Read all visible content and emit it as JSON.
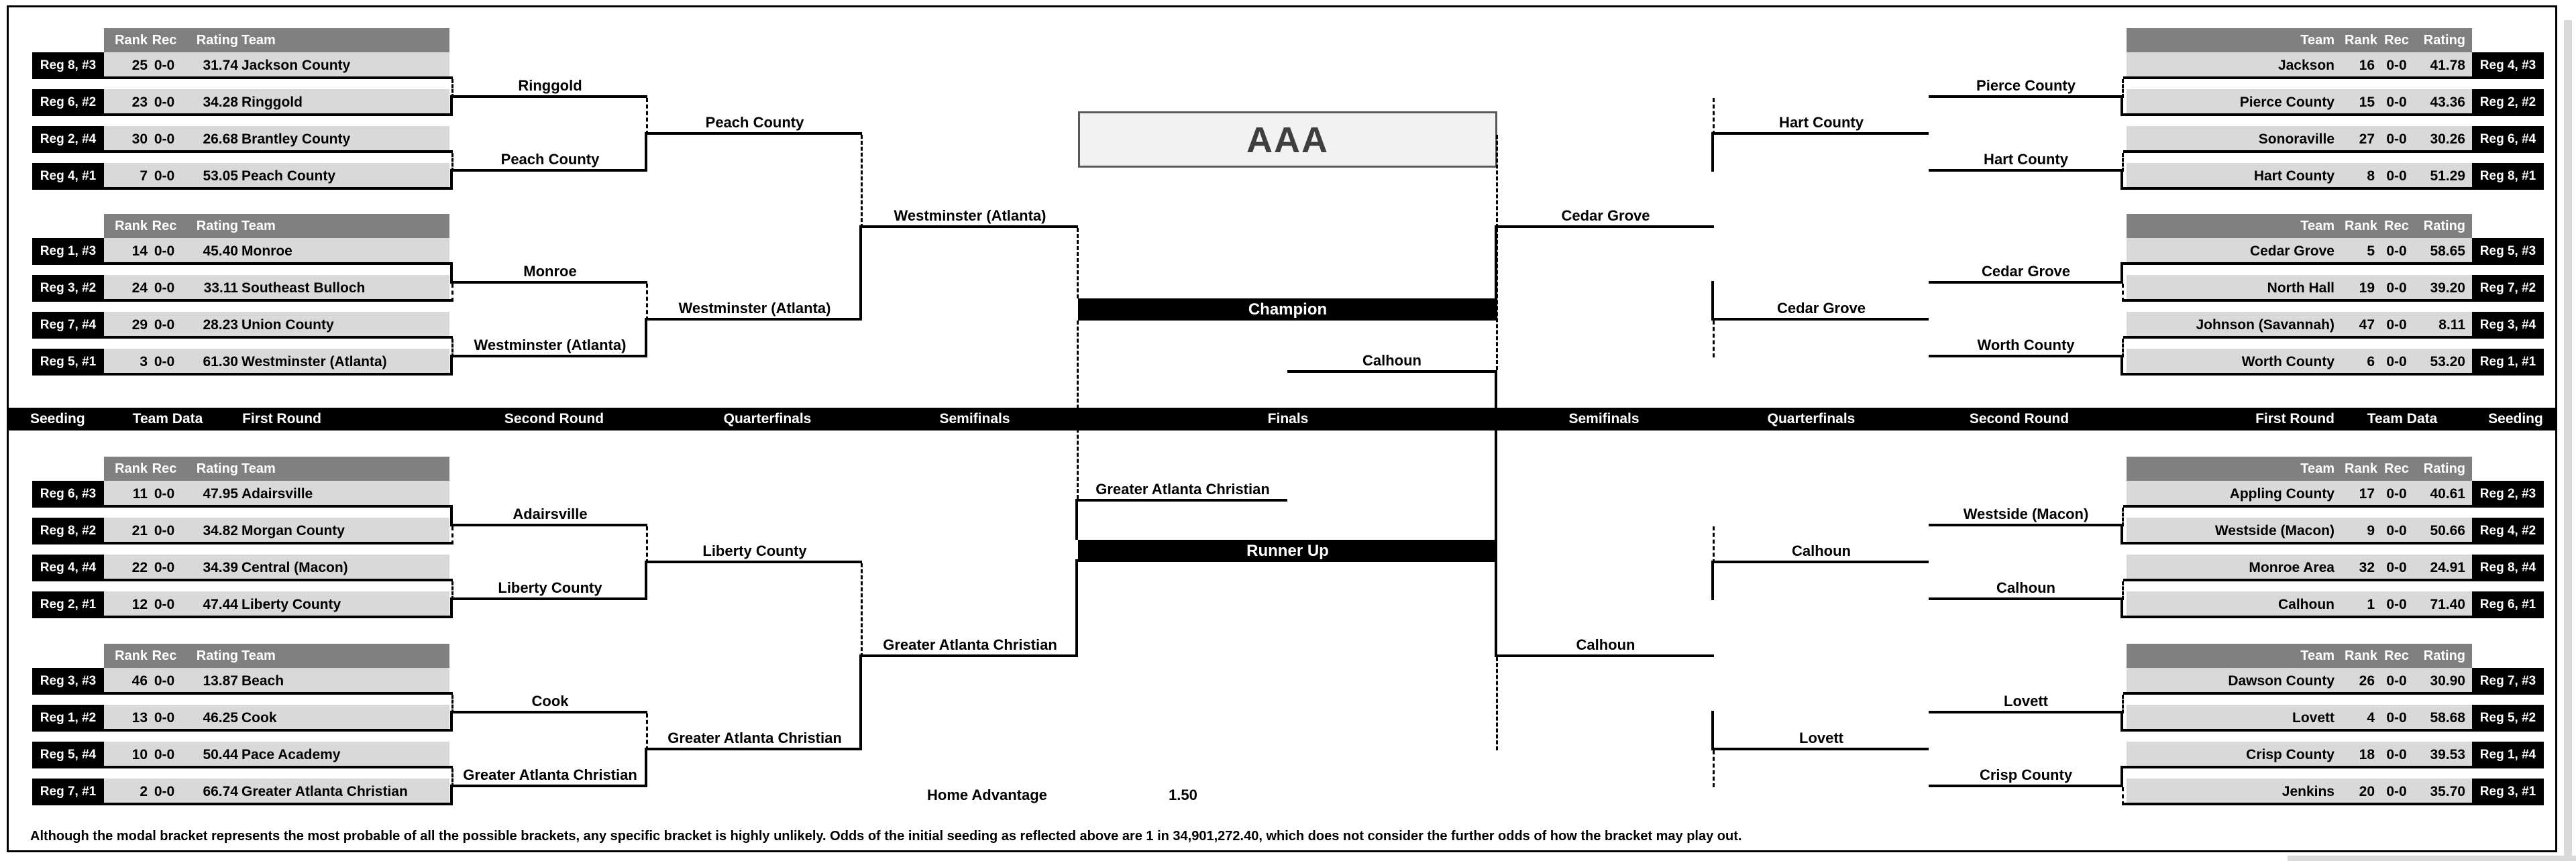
{
  "title": "AAA",
  "column_headers_left": {
    "rank": "Rank",
    "rec": "Rec",
    "rating": "Rating",
    "team": "Team"
  },
  "column_headers_right": {
    "team": "Team",
    "rank": "Rank",
    "rec": "Rec",
    "rating": "Rating"
  },
  "round_bar_labels": [
    "Seeding",
    "Team Data",
    "First Round",
    "Second Round",
    "Quarterfinals",
    "Semifinals",
    "Finals",
    "Semifinals",
    "Quarterfinals",
    "Second Round",
    "First Round",
    "Team Data",
    "Seeding"
  ],
  "bracket": {
    "left_groups": [
      {
        "teams": [
          {
            "seed": "Reg 8, #3",
            "rank": "25",
            "rec": "0-0",
            "rating": "31.74",
            "team": "Jackson County"
          },
          {
            "seed": "Reg 6, #2",
            "rank": "23",
            "rec": "0-0",
            "rating": "34.28",
            "team": "Ringgold"
          },
          {
            "seed": "Reg 2, #4",
            "rank": "30",
            "rec": "0-0",
            "rating": "26.68",
            "team": "Brantley County"
          },
          {
            "seed": "Reg 4, #1",
            "rank": "7",
            "rec": "0-0",
            "rating": "53.05",
            "team": "Peach County"
          }
        ]
      },
      {
        "teams": [
          {
            "seed": "Reg 1, #3",
            "rank": "14",
            "rec": "0-0",
            "rating": "45.40",
            "team": "Monroe"
          },
          {
            "seed": "Reg 3, #2",
            "rank": "24",
            "rec": "0-0",
            "rating": "33.11",
            "team": "Southeast Bulloch"
          },
          {
            "seed": "Reg 7, #4",
            "rank": "29",
            "rec": "0-0",
            "rating": "28.23",
            "team": "Union County"
          },
          {
            "seed": "Reg 5, #1",
            "rank": "3",
            "rec": "0-0",
            "rating": "61.30",
            "team": "Westminster (Atlanta)"
          }
        ]
      },
      {
        "teams": [
          {
            "seed": "Reg 6, #3",
            "rank": "11",
            "rec": "0-0",
            "rating": "47.95",
            "team": "Adairsville"
          },
          {
            "seed": "Reg 8, #2",
            "rank": "21",
            "rec": "0-0",
            "rating": "34.82",
            "team": "Morgan County"
          },
          {
            "seed": "Reg 4, #4",
            "rank": "22",
            "rec": "0-0",
            "rating": "34.39",
            "team": "Central (Macon)"
          },
          {
            "seed": "Reg 2, #1",
            "rank": "12",
            "rec": "0-0",
            "rating": "47.44",
            "team": "Liberty County"
          }
        ]
      },
      {
        "teams": [
          {
            "seed": "Reg 3, #3",
            "rank": "46",
            "rec": "0-0",
            "rating": "13.87",
            "team": "Beach"
          },
          {
            "seed": "Reg 1, #2",
            "rank": "13",
            "rec": "0-0",
            "rating": "46.25",
            "team": "Cook"
          },
          {
            "seed": "Reg 5, #4",
            "rank": "10",
            "rec": "0-0",
            "rating": "50.44",
            "team": "Pace Academy"
          },
          {
            "seed": "Reg 7, #1",
            "rank": "2",
            "rec": "0-0",
            "rating": "66.74",
            "team": "Greater Atlanta Christian"
          }
        ]
      }
    ],
    "right_groups": [
      {
        "teams": [
          {
            "seed": "Reg 4, #3",
            "rank": "16",
            "rec": "0-0",
            "rating": "41.78",
            "team": "Jackson"
          },
          {
            "seed": "Reg 2, #2",
            "rank": "15",
            "rec": "0-0",
            "rating": "43.36",
            "team": "Pierce County"
          },
          {
            "seed": "Reg 6, #4",
            "rank": "27",
            "rec": "0-0",
            "rating": "30.26",
            "team": "Sonoraville"
          },
          {
            "seed": "Reg 8, #1",
            "rank": "8",
            "rec": "0-0",
            "rating": "51.29",
            "team": "Hart County"
          }
        ]
      },
      {
        "teams": [
          {
            "seed": "Reg 5, #3",
            "rank": "5",
            "rec": "0-0",
            "rating": "58.65",
            "team": "Cedar Grove"
          },
          {
            "seed": "Reg 7, #2",
            "rank": "19",
            "rec": "0-0",
            "rating": "39.20",
            "team": "North Hall"
          },
          {
            "seed": "Reg 3, #4",
            "rank": "47",
            "rec": "0-0",
            "rating": "8.11",
            "team": "Johnson (Savannah)"
          },
          {
            "seed": "Reg 1, #1",
            "rank": "6",
            "rec": "0-0",
            "rating": "53.20",
            "team": "Worth County"
          }
        ]
      },
      {
        "teams": [
          {
            "seed": "Reg 2, #3",
            "rank": "17",
            "rec": "0-0",
            "rating": "40.61",
            "team": "Appling County"
          },
          {
            "seed": "Reg 4, #2",
            "rank": "9",
            "rec": "0-0",
            "rating": "50.66",
            "team": "Westside (Macon)"
          },
          {
            "seed": "Reg 8, #4",
            "rank": "32",
            "rec": "0-0",
            "rating": "24.91",
            "team": "Monroe Area"
          },
          {
            "seed": "Reg 6, #1",
            "rank": "1",
            "rec": "0-0",
            "rating": "71.40",
            "team": "Calhoun"
          }
        ]
      },
      {
        "teams": [
          {
            "seed": "Reg 7, #3",
            "rank": "26",
            "rec": "0-0",
            "rating": "30.90",
            "team": "Dawson County"
          },
          {
            "seed": "Reg 5, #2",
            "rank": "4",
            "rec": "0-0",
            "rating": "58.68",
            "team": "Lovett"
          },
          {
            "seed": "Reg 1, #4",
            "rank": "18",
            "rec": "0-0",
            "rating": "39.53",
            "team": "Crisp County"
          },
          {
            "seed": "Reg 3, #1",
            "rank": "20",
            "rec": "0-0",
            "rating": "35.70",
            "team": "Jenkins"
          }
        ]
      }
    ],
    "left_second_round": [
      "Ringgold",
      "Peach County",
      "Monroe",
      "Westminster (Atlanta)",
      "Adairsville",
      "Liberty County",
      "Cook",
      "Greater Atlanta Christian"
    ],
    "left_quarterfinals": [
      "Peach County",
      "Westminster (Atlanta)",
      "Liberty County",
      "Greater Atlanta Christian"
    ],
    "left_semifinals": [
      "Westminster (Atlanta)",
      "Greater Atlanta Christian"
    ],
    "right_second_round": [
      "Pierce County",
      "Hart County",
      "Cedar Grove",
      "Worth County",
      "Westside (Macon)",
      "Calhoun",
      "Lovett",
      "Crisp County"
    ],
    "right_quarterfinals": [
      "Hart County",
      "Cedar Grove",
      "Calhoun",
      "Lovett"
    ],
    "right_semifinals": [
      "Cedar Grove",
      "Calhoun"
    ],
    "left_pair_winners": [
      1,
      1,
      0,
      1,
      0,
      1,
      1,
      1
    ],
    "left_qf_winners": [
      1,
      1,
      1,
      1
    ],
    "left_sf_winners": [
      1,
      1
    ],
    "right_pair_winners": [
      1,
      1,
      0,
      1,
      1,
      1,
      1,
      0
    ],
    "right_qf_winners": [
      1,
      0,
      1,
      0
    ],
    "right_sf_winners": [
      1,
      0
    ],
    "finals": {
      "champion_line": "Calhoun",
      "runner_up_line": "Greater Atlanta Christian"
    },
    "champion_label": "Champion",
    "runner_up_label": "Runner Up"
  },
  "home_advantage": {
    "label": "Home Advantage",
    "value": "1.50"
  },
  "footnote": "Although the modal bracket represents the most probable of all the possible brackets, any specific bracket is highly unlikely.  Odds of the initial seeding as reflected above are 1 in 34,901,272.40, which does not consider the further odds of how the bracket may play out.",
  "colors": {
    "row_fill": "#d9d9d9",
    "group_header_fill": "#808080",
    "seed_fill": "#000000",
    "bar_fill": "#000000",
    "title_fill": "#f2f2f2"
  }
}
